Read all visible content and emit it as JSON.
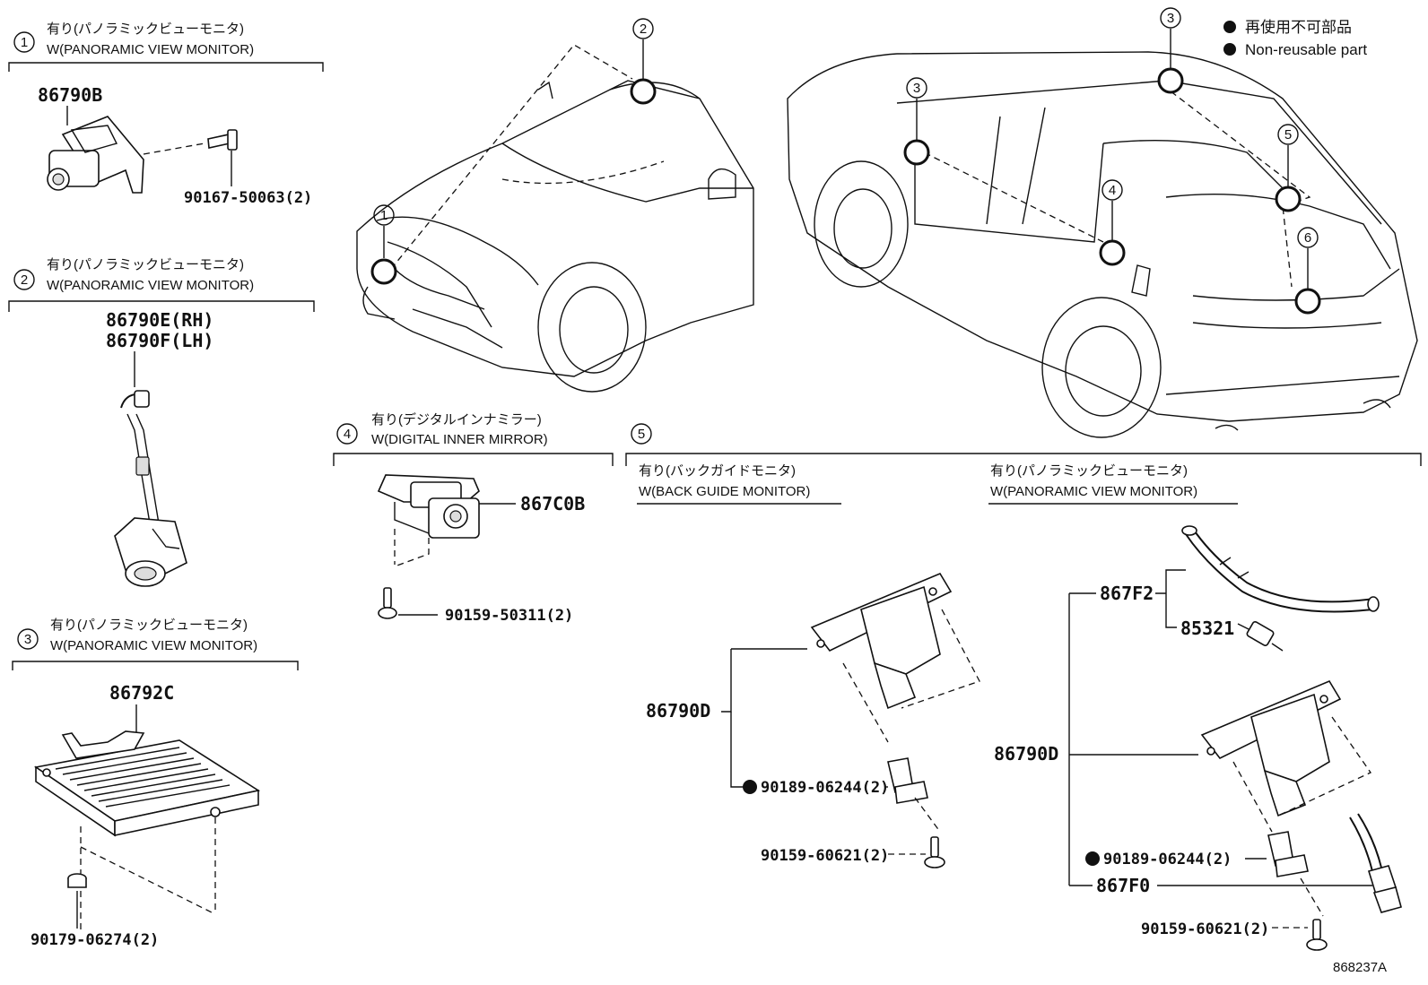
{
  "legend": {
    "items": [
      {
        "label": "再使用不可部品"
      },
      {
        "label": "Non-reusable part"
      }
    ]
  },
  "groups": [
    {
      "num": "1",
      "jp": "有り(パノラミックビューモニタ)",
      "en": "W(PANORAMIC VIEW MONITOR)"
    },
    {
      "num": "2",
      "jp": "有り(パノラミックビューモニタ)",
      "en": "W(PANORAMIC VIEW MONITOR)"
    },
    {
      "num": "3",
      "jp": "有り(パノラミックビューモニタ)",
      "en": "W(PANORAMIC VIEW MONITOR)"
    },
    {
      "num": "4",
      "jp": "有り(デジタルインナミラー)",
      "en": "W(DIGITAL INNER MIRROR)"
    },
    {
      "num": "5",
      "jp": "",
      "en": ""
    }
  ],
  "subgroups": [
    {
      "jp": "有り(バックガイドモニタ)",
      "en": "W(BACK GUIDE MONITOR)"
    },
    {
      "jp": "有り(パノラミックビューモニタ)",
      "en": "W(PANORAMIC VIEW MONITOR)"
    }
  ],
  "callouts": [
    "1",
    "2",
    "3",
    "3",
    "4",
    "5",
    "6"
  ],
  "parts": {
    "p86790B": "86790B",
    "p90167": "90167-50063(2)",
    "p86790E": "86790E(RH)",
    "p86790F": "86790F(LH)",
    "p86792C": "86792C",
    "p90179": "90179-06274(2)",
    "p867C0B": "867C0B",
    "p90159_50311": "90159-50311(2)",
    "p86790D_a": "86790D",
    "p90189_a": "90189-06244(2)",
    "p90159_60621_a": "90159-60621(2)",
    "p867F2": "867F2",
    "p85321": "85321",
    "p86790D_b": "86790D",
    "p90189_b": "90189-06244(2)",
    "p867F0": "867F0",
    "p90159_60621_b": "90159-60621(2)"
  },
  "diagram_id": "868237A"
}
